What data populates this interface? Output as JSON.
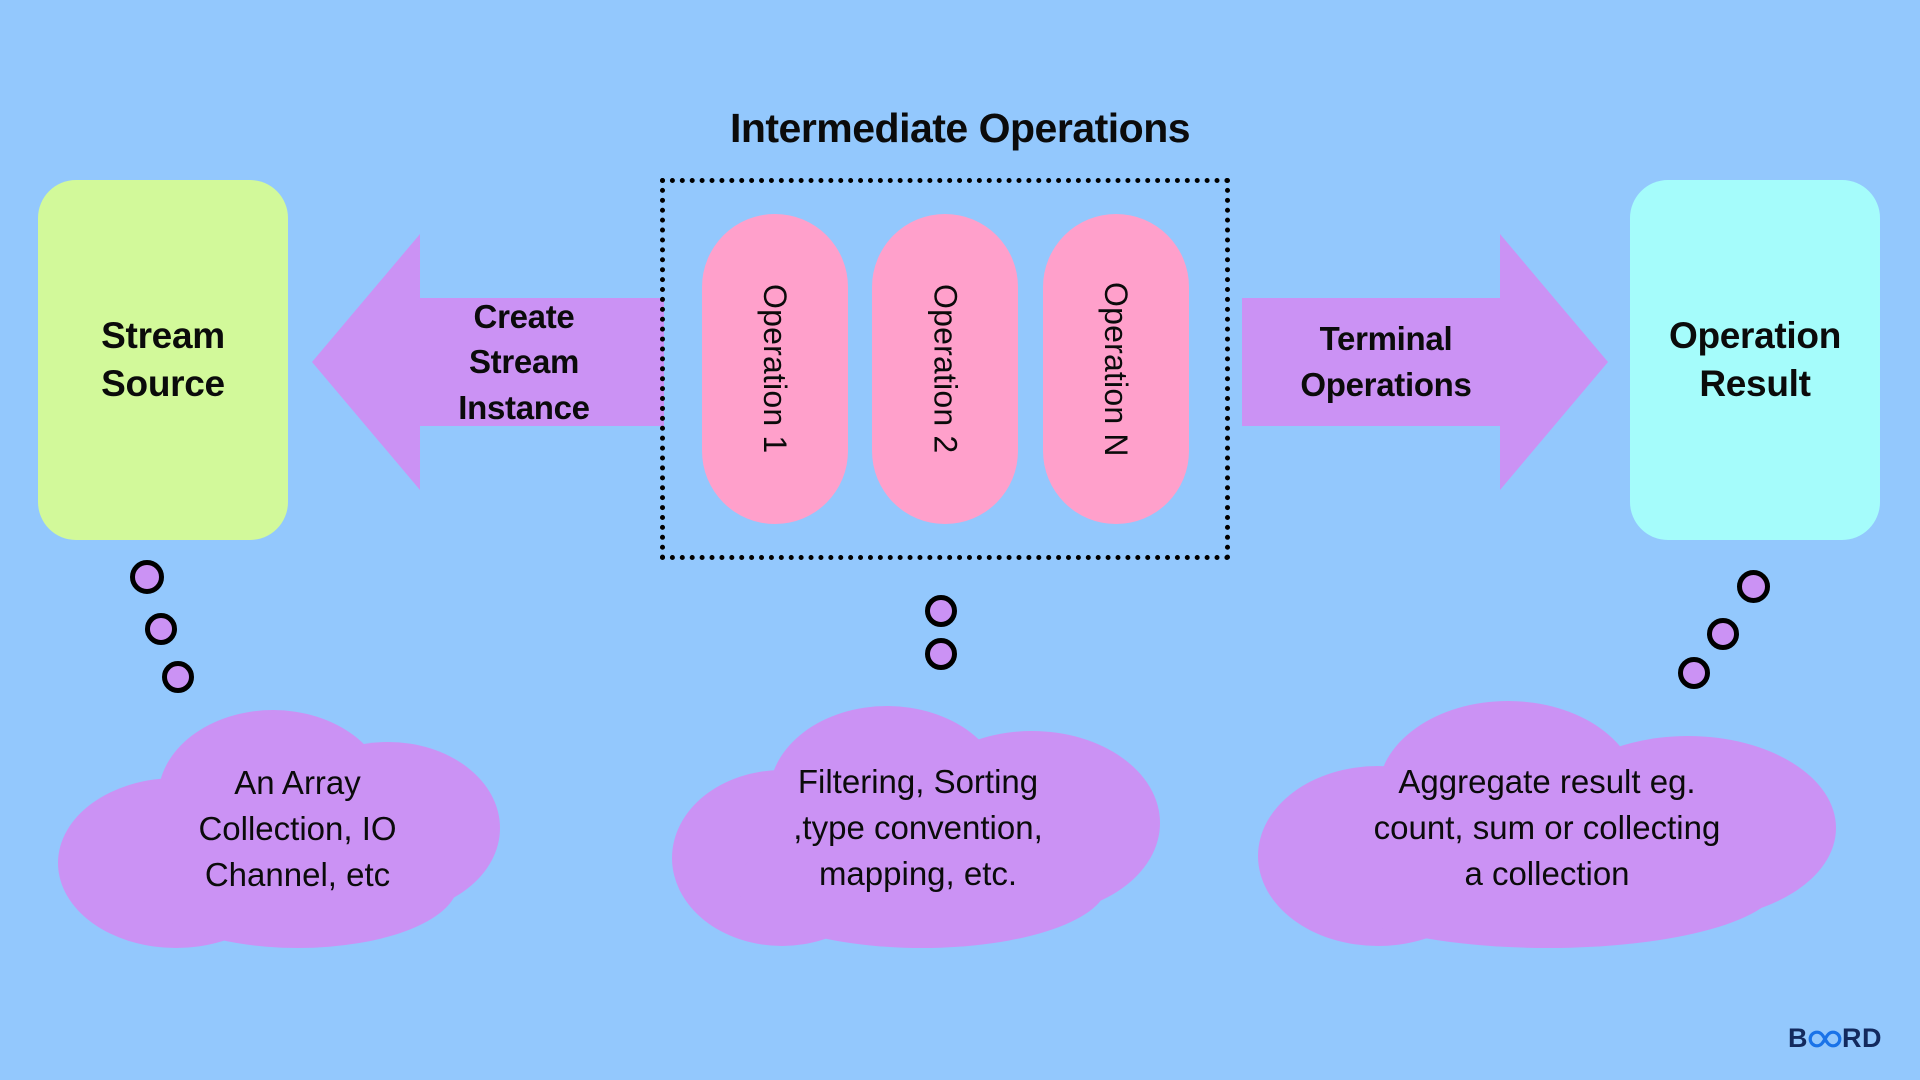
{
  "canvas": {
    "background": "#93c8fd"
  },
  "title": {
    "text": "Intermediate Operations"
  },
  "source": {
    "label_line1": "Stream",
    "label_line2": "Source",
    "color": "#d2f99a"
  },
  "result": {
    "label_line1": "Operation",
    "label_line2": "Result",
    "color": "#a5fcfb"
  },
  "arrows": {
    "left": {
      "line1": "Create",
      "line2": "Stream",
      "line3": "Instance",
      "direction": "left",
      "color": "#cb92f4"
    },
    "right": {
      "line1": "Terminal",
      "line2": "Operations",
      "direction": "right",
      "color": "#cb92f4"
    }
  },
  "intermediate": {
    "border_style": "dotted",
    "pill_color": "#ffa0cb",
    "operations": [
      {
        "label": "Operation 1"
      },
      {
        "label": "Operation 2"
      },
      {
        "label": "Operation N"
      }
    ]
  },
  "clouds": {
    "color": "#cb92f4",
    "left": {
      "line1": "An Array",
      "line2": "Collection, IO",
      "line3": "Channel, etc"
    },
    "middle": {
      "line1": "Filtering, Sorting",
      "line2": ",type convention,",
      "line3": "mapping, etc."
    },
    "right": {
      "line1": "Aggregate result eg.",
      "line2": "count, sum or collecting",
      "line3": "a collection"
    }
  },
  "dots": {
    "fill": "#cb92f4",
    "stroke": "#000000"
  },
  "logo": {
    "prefix": "B",
    "suffix": "RD",
    "mark": "infinity-icon",
    "color": "#132a5e",
    "accent": "#1a73e8"
  }
}
